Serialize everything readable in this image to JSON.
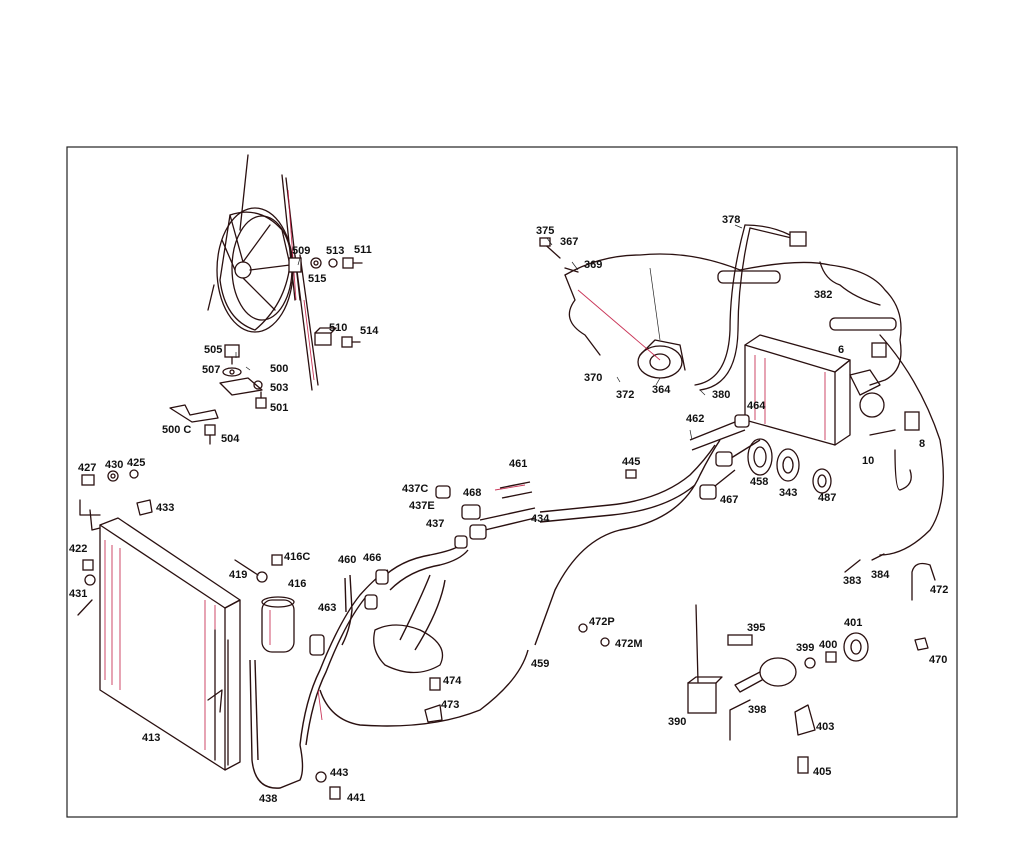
{
  "colors": {
    "line": "#2a1010",
    "accent": "#c0103a",
    "frame": "#222222",
    "background": "#ffffff"
  },
  "callouts": [
    {
      "id": "375",
      "label": "375"
    },
    {
      "id": "367",
      "label": "367"
    },
    {
      "id": "369",
      "label": "369"
    },
    {
      "id": "378",
      "label": "378"
    },
    {
      "id": "382",
      "label": "382"
    },
    {
      "id": "6",
      "label": "6"
    },
    {
      "id": "509",
      "label": "509"
    },
    {
      "id": "513",
      "label": "513"
    },
    {
      "id": "511",
      "label": "511"
    },
    {
      "id": "515",
      "label": "515"
    },
    {
      "id": "510",
      "label": "510"
    },
    {
      "id": "514",
      "label": "514"
    },
    {
      "id": "505",
      "label": "505"
    },
    {
      "id": "507",
      "label": "507"
    },
    {
      "id": "500",
      "label": "500"
    },
    {
      "id": "503",
      "label": "503"
    },
    {
      "id": "501",
      "label": "501"
    },
    {
      "id": "500C",
      "label": "500 C"
    },
    {
      "id": "504",
      "label": "504"
    },
    {
      "id": "370",
      "label": "370"
    },
    {
      "id": "372",
      "label": "372"
    },
    {
      "id": "364",
      "label": "364"
    },
    {
      "id": "380",
      "label": "380"
    },
    {
      "id": "464",
      "label": "464"
    },
    {
      "id": "462",
      "label": "462"
    },
    {
      "id": "8",
      "label": "8"
    },
    {
      "id": "10",
      "label": "10"
    },
    {
      "id": "427",
      "label": "427"
    },
    {
      "id": "430",
      "label": "430"
    },
    {
      "id": "425",
      "label": "425"
    },
    {
      "id": "433",
      "label": "433"
    },
    {
      "id": "461",
      "label": "461"
    },
    {
      "id": "445",
      "label": "445"
    },
    {
      "id": "458",
      "label": "458"
    },
    {
      "id": "343",
      "label": "343"
    },
    {
      "id": "487",
      "label": "487"
    },
    {
      "id": "437C",
      "label": "437C"
    },
    {
      "id": "437E",
      "label": "437E"
    },
    {
      "id": "468",
      "label": "468"
    },
    {
      "id": "437",
      "label": "437"
    },
    {
      "id": "434",
      "label": "434"
    },
    {
      "id": "467",
      "label": "467"
    },
    {
      "id": "422",
      "label": "422"
    },
    {
      "id": "416C",
      "label": "416C"
    },
    {
      "id": "419",
      "label": "419"
    },
    {
      "id": "416",
      "label": "416"
    },
    {
      "id": "460",
      "label": "460"
    },
    {
      "id": "466",
      "label": "466"
    },
    {
      "id": "431",
      "label": "431"
    },
    {
      "id": "463",
      "label": "463"
    },
    {
      "id": "383",
      "label": "383"
    },
    {
      "id": "384",
      "label": "384"
    },
    {
      "id": "472",
      "label": "472"
    },
    {
      "id": "472P",
      "label": "472P"
    },
    {
      "id": "472M",
      "label": "472M"
    },
    {
      "id": "395",
      "label": "395"
    },
    {
      "id": "401",
      "label": "401"
    },
    {
      "id": "399",
      "label": "399"
    },
    {
      "id": "400",
      "label": "400"
    },
    {
      "id": "470",
      "label": "470"
    },
    {
      "id": "459",
      "label": "459"
    },
    {
      "id": "474",
      "label": "474"
    },
    {
      "id": "473",
      "label": "473"
    },
    {
      "id": "390",
      "label": "390"
    },
    {
      "id": "398",
      "label": "398"
    },
    {
      "id": "403",
      "label": "403"
    },
    {
      "id": "413",
      "label": "413"
    },
    {
      "id": "443",
      "label": "443"
    },
    {
      "id": "405",
      "label": "405"
    },
    {
      "id": "438",
      "label": "438"
    },
    {
      "id": "441",
      "label": "441"
    }
  ]
}
